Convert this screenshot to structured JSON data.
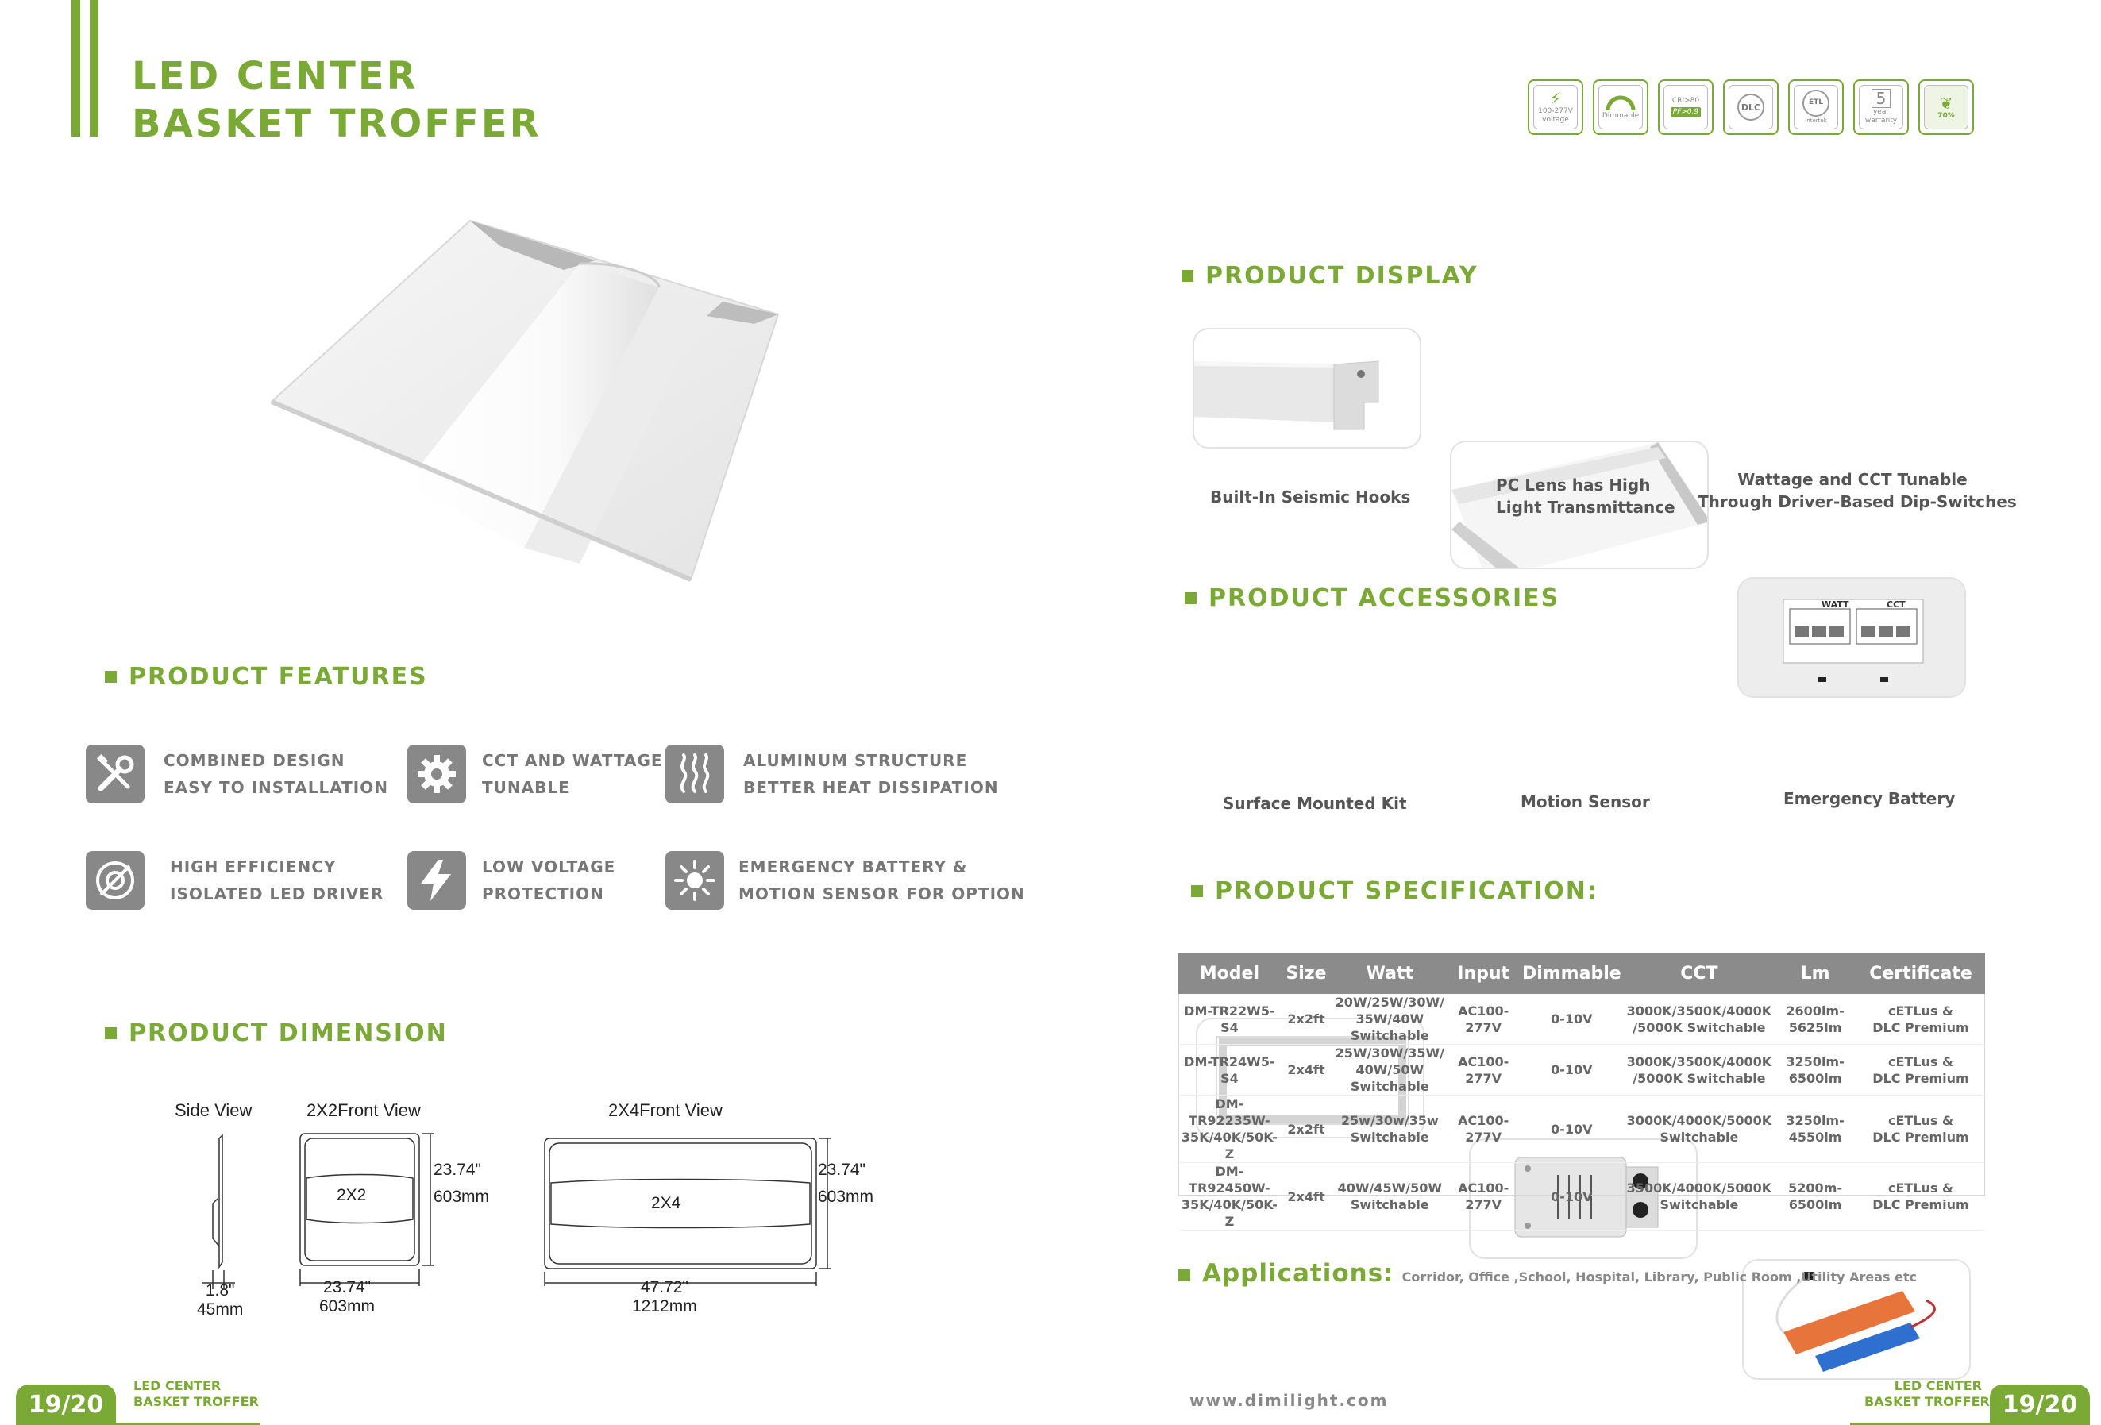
{
  "header": {
    "title_line1": "LED CENTER",
    "title_line2": "BASKET TROFFER"
  },
  "certifications": [
    {
      "icon": "voltage-icon",
      "label": "100-277V voltage"
    },
    {
      "icon": "dimmable-icon",
      "label": "Dimmable"
    },
    {
      "icon": "cri-icon",
      "label_top": "CRI>80",
      "label_bottom": "PF>0.9"
    },
    {
      "icon": "dlc-icon",
      "label": "DLC"
    },
    {
      "icon": "etl-icon",
      "label": "ETL Intertek"
    },
    {
      "icon": "warranty-icon",
      "label_num": "5",
      "label_sub": "year warranty"
    },
    {
      "icon": "energy-saving-icon",
      "label": "70%"
    }
  ],
  "features": {
    "heading": "PRODUCT FEATURES",
    "items": [
      {
        "icon": "tools-icon",
        "line1": "COMBINED DESIGN",
        "line2": "EASY TO INSTALLATION"
      },
      {
        "icon": "gear-icon",
        "line1": "CCT AND WATTAGE",
        "line2": "TUNABLE"
      },
      {
        "icon": "heat-icon",
        "line1": "ALUMINUM STRUCTURE",
        "line2": "BETTER HEAT DISSIPATION"
      },
      {
        "icon": "driver-icon",
        "line1": "HIGH EFFICIENCY",
        "line2": "ISOLATED LED DRIVER"
      },
      {
        "icon": "lightning-icon",
        "line1": "LOW VOLTAGE",
        "line2": "PROTECTION"
      },
      {
        "icon": "sun-icon",
        "line1": "EMERGENCY BATTERY &",
        "line2": "MOTION SENSOR FOR OPTION"
      }
    ]
  },
  "dimension": {
    "heading": "PRODUCT DIMENSION",
    "side_view": "Side View",
    "front_2x2": "2X2Front View",
    "front_2x4": "2X4Front View",
    "label_2x2": "2X2",
    "label_2x4": "2X4",
    "side_in": "1.8\"",
    "side_mm": "45mm",
    "w2x2_in": "23.74\"",
    "w2x2_mm": "603mm",
    "h2x2_in": "23.74\"",
    "h2x2_mm": "603mm",
    "w2x4_in": "47.72\"",
    "w2x4_mm": "1212mm",
    "h2x4_in": "23.74\"",
    "h2x4_mm": "603mm"
  },
  "display": {
    "heading": "PRODUCT DISPLAY",
    "items": [
      {
        "caption": "Built-In Seismic Hooks"
      },
      {
        "caption_line1": "PC Lens has High",
        "caption_line2": "Light Transmittance"
      },
      {
        "caption_line1": "Wattage and CCT Tunable",
        "caption_line2": "Through Driver-Based Dip-Switches",
        "label_watt": "WATT",
        "label_cct": "CCT"
      }
    ]
  },
  "accessories": {
    "heading": "PRODUCT ACCESSORIES",
    "items": [
      {
        "caption": "Surface Mounted Kit"
      },
      {
        "caption": "Motion Sensor"
      },
      {
        "caption": "Emergency Battery"
      }
    ]
  },
  "specification": {
    "heading": "PRODUCT SPECIFICATION:",
    "columns": [
      "Model",
      "Size",
      "Watt",
      "Input",
      "Dimmable",
      "CCT",
      "Lm",
      "Certificate"
    ],
    "rows": [
      {
        "model": [
          "DM-TR22W5-S4",
          ""
        ],
        "size": "2x2ft",
        "watt": [
          "20W/25W/30W/",
          "35W/40W Switchable"
        ],
        "input": "AC100-277V",
        "dimmable": "0-10V",
        "cct": [
          "3000K/3500K/4000K",
          "/5000K  Switchable"
        ],
        "lm": [
          "2600lm-",
          "5625lm"
        ],
        "cert": [
          "cETLus &",
          "DLC Premium"
        ]
      },
      {
        "model": [
          "DM-TR24W5-S4",
          ""
        ],
        "size": "2x4ft",
        "watt": [
          "25W/30W/35W/",
          "40W/50W Switchable"
        ],
        "input": "AC100-277V",
        "dimmable": "0-10V",
        "cct": [
          "3000K/3500K/4000K",
          "/5000K  Switchable"
        ],
        "lm": [
          "3250lm-",
          "6500lm"
        ],
        "cert": [
          "cETLus &",
          "DLC Premium"
        ]
      },
      {
        "model": [
          "DM-TR92235W-",
          "35K/40K/50K-Z"
        ],
        "size": "2x2ft",
        "watt": [
          "25w/30w/35w",
          "Switchable"
        ],
        "input": "AC100-277V",
        "dimmable": "0-10V",
        "cct": [
          "3000K/4000K/5000K",
          "Switchable"
        ],
        "lm": [
          "3250lm-",
          "4550lm"
        ],
        "cert": [
          "cETLus &",
          "DLC Premium"
        ]
      },
      {
        "model": [
          "DM-TR92450W-",
          "35K/40K/50K-Z"
        ],
        "size": "2x4ft",
        "watt": [
          "40W/45W/50W",
          "Switchable"
        ],
        "input": "AC100-277V",
        "dimmable": "0-10V",
        "cct": [
          "3500K/4000K/5000K",
          "Switchable"
        ],
        "lm": [
          "5200m-",
          "6500lm"
        ],
        "cert": [
          "cETLus &",
          "DLC Premium"
        ]
      }
    ]
  },
  "applications": {
    "label": "Applications:",
    "text": "Corridor, Office ,School, Hospital, Library, Public Room ,Utility Areas etc"
  },
  "footer": {
    "page_left": "19/20",
    "page_right": "19/20",
    "left_line1": "LED CENTER",
    "left_line2": "BASKET TROFFER",
    "right_line1": "LED CENTER",
    "right_line2": "BASKET TROFFER",
    "url": "www.dimilight.com"
  },
  "colors": {
    "accent": "#7aa935",
    "table_header": "#8b8b8b",
    "icon_bg": "#888888"
  }
}
